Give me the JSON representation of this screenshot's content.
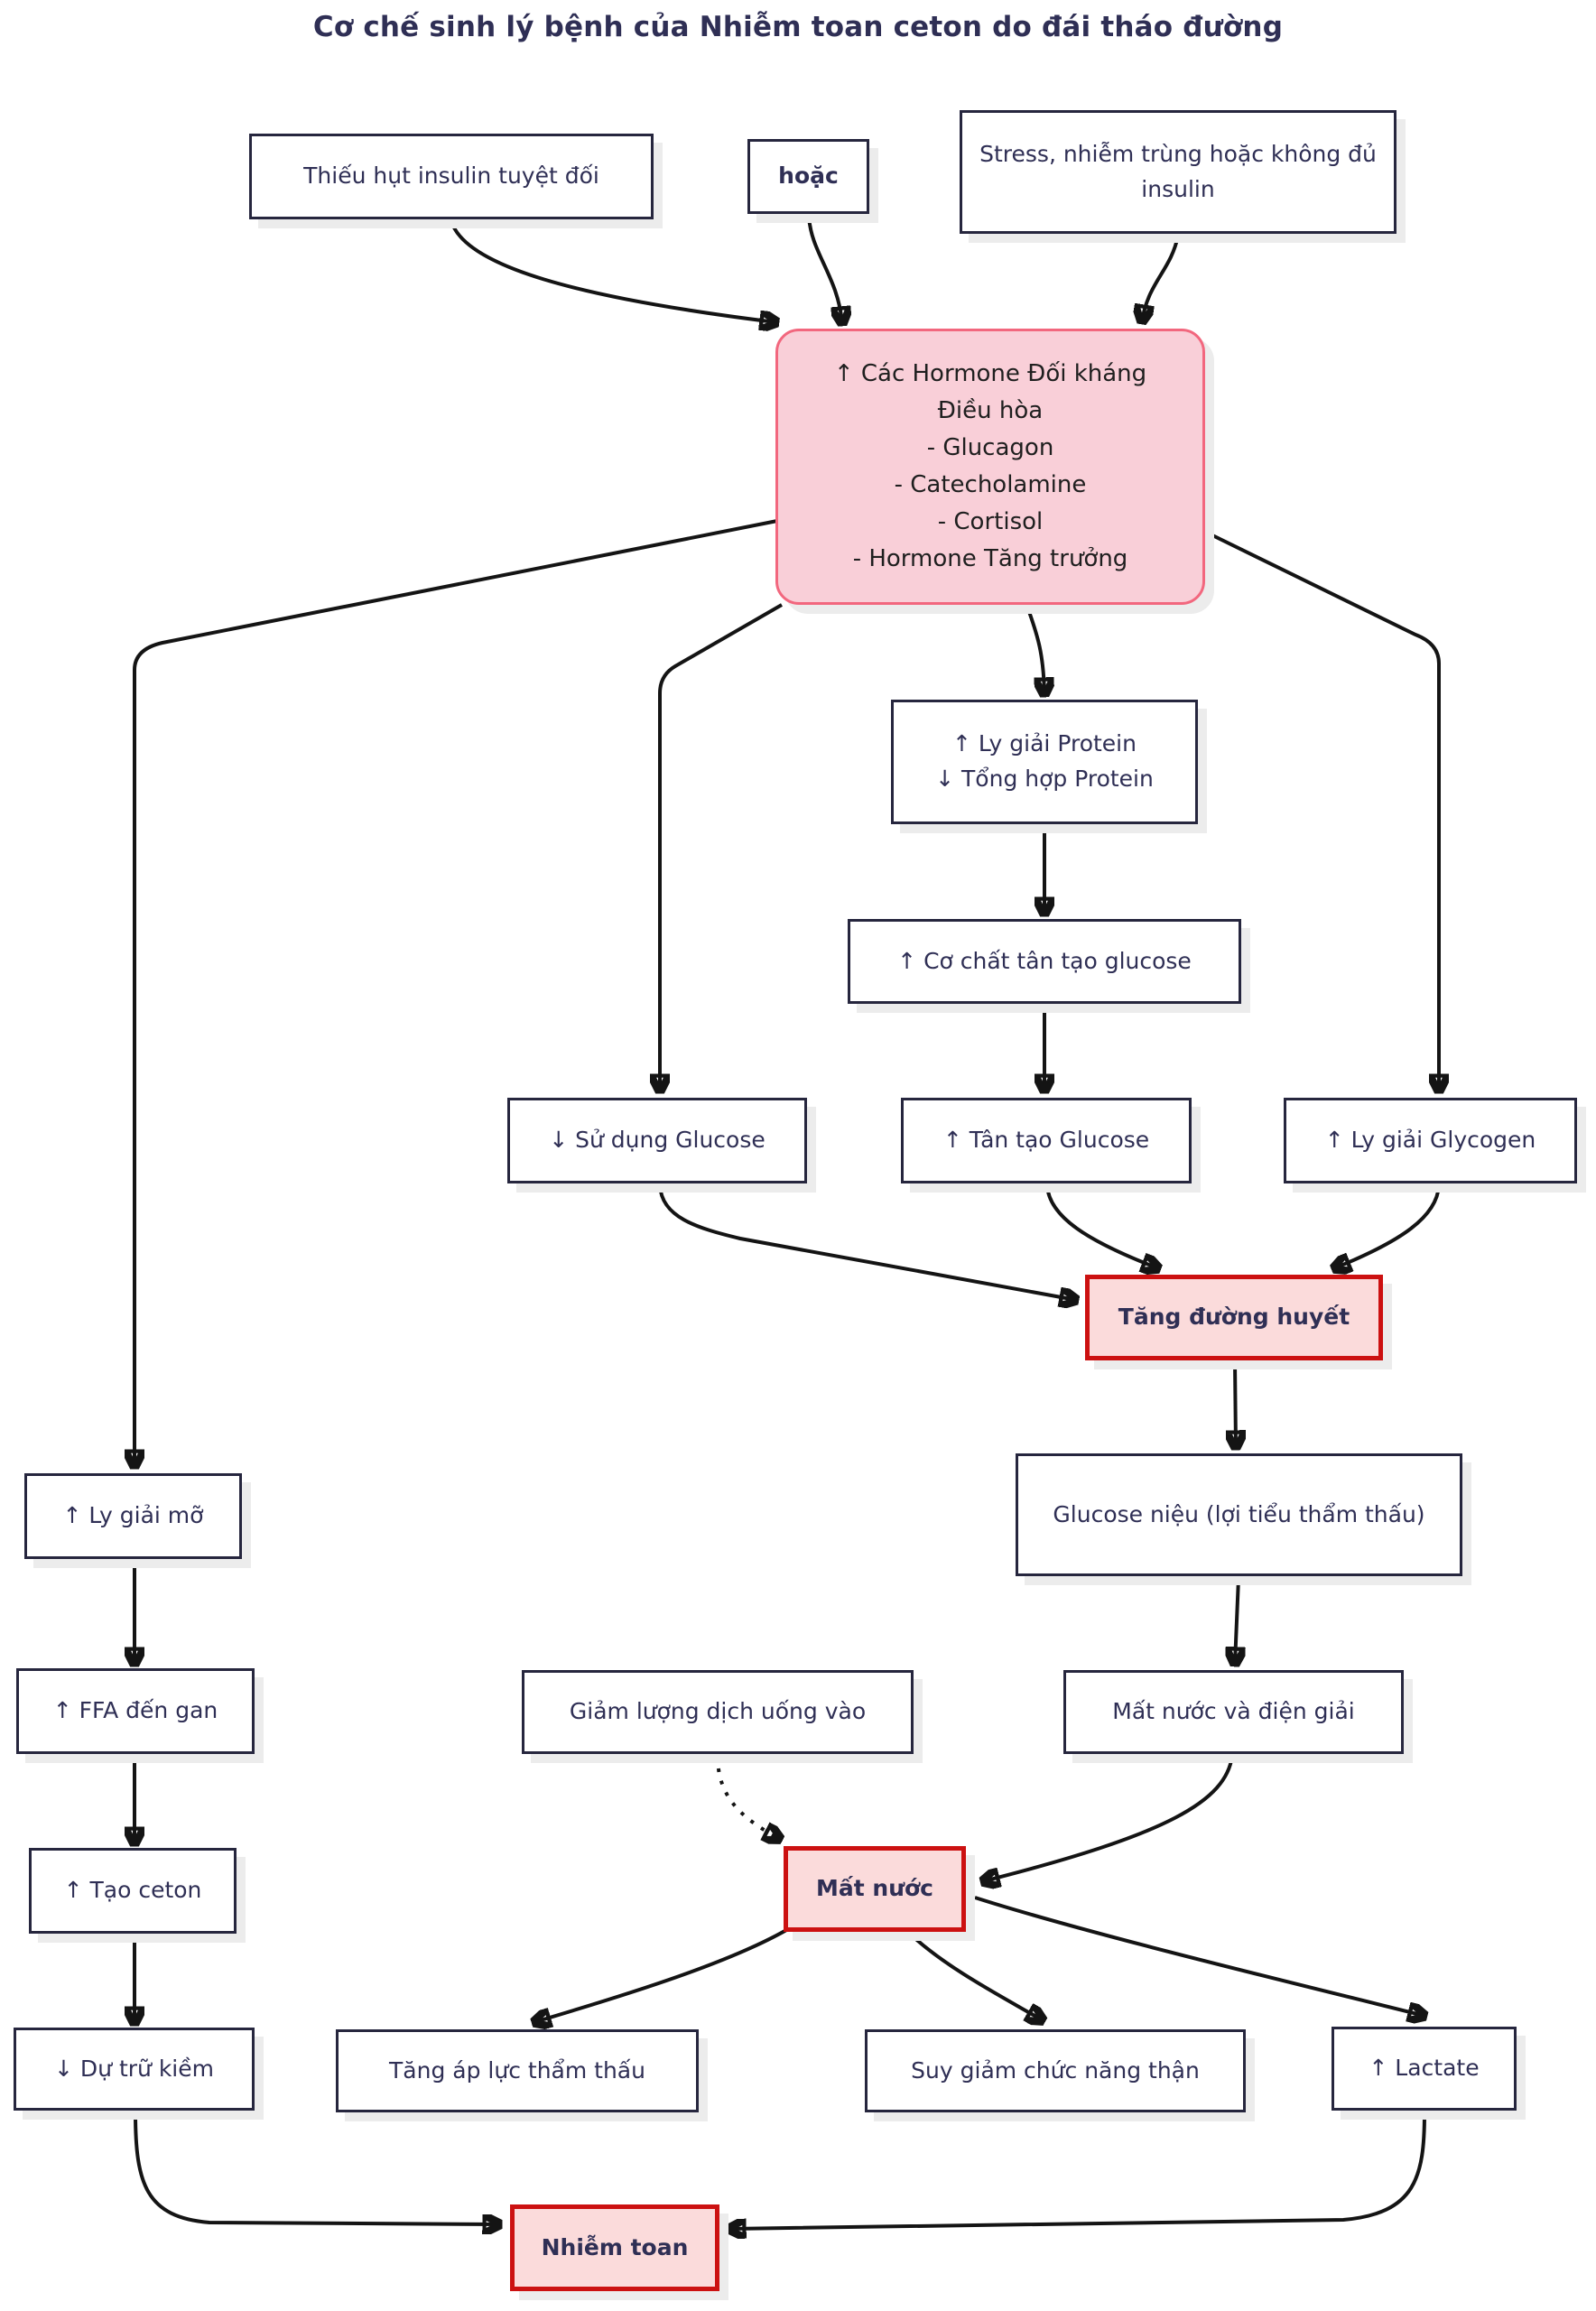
{
  "title": "Cơ chế sinh lý bệnh của Nhiễm toan ceton do đái tháo đường",
  "colors": {
    "background": "#ffffff",
    "node_border": "#26263e",
    "node_text": "#2f2f55",
    "arrow": "#141414",
    "highlight_fill": "#f9cfd8",
    "highlight_border": "#f2677e",
    "alert_fill": "#fbdbdb",
    "alert_border": "#cc1111",
    "shadow": "#ececec"
  },
  "nodes": {
    "insulin_deficiency": {
      "label": "Thiếu hụt insulin tuyệt đối"
    },
    "or_connector": {
      "label": "hoặc"
    },
    "stress_infection": {
      "label": "Stress, nhiễm trùng hoặc không đủ insulin"
    },
    "counter_hormones": {
      "lines": [
        "↑ Các Hormone Đối kháng",
        "Điều hòa",
        "- Glucagon",
        "- Catecholamine",
        "- Cortisol",
        "- Hormone Tăng trưởng"
      ]
    },
    "protein": {
      "lines": [
        "↑ Ly giải Protein",
        "↓ Tổng hợp Protein"
      ]
    },
    "gluconeo_substrate": {
      "label": "↑ Cơ chất tân tạo glucose"
    },
    "glucose_use": {
      "label": "↓ Sử dụng Glucose"
    },
    "gluconeogenesis": {
      "label": "↑ Tân tạo Glucose"
    },
    "glycogenolysis": {
      "label": "↑ Ly giải Glycogen"
    },
    "hyperglycemia": {
      "label": "Tăng đường huyết"
    },
    "glycosuria": {
      "label": "Glucose niệu (lợi tiểu thẩm thấu)"
    },
    "lipolysis": {
      "label": "↑ Ly giải mỡ"
    },
    "ffa_liver": {
      "label": "↑ FFA đến gan"
    },
    "fluid_intake": {
      "label": "Giảm lượng dịch uống vào"
    },
    "water_electrolyte_loss": {
      "label": "Mất nước và điện giải"
    },
    "ketogenesis": {
      "label": "↑ Tạo ceton"
    },
    "dehydration": {
      "label": "Mất nước"
    },
    "alkali_reserve": {
      "label": "↓ Dự trữ kiềm"
    },
    "hyperosmolality": {
      "label": "Tăng áp lực thẩm thấu"
    },
    "renal_impairment": {
      "label": "Suy giảm chức năng thận"
    },
    "lactate": {
      "label": "↑ Lactate"
    },
    "acidosis": {
      "label": "Nhiễm toan"
    }
  }
}
